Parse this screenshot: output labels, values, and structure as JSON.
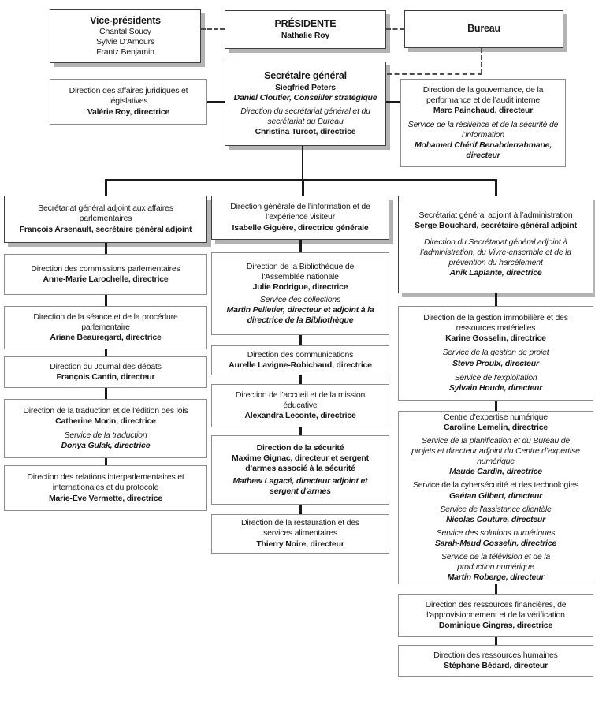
{
  "top": {
    "vice_presidents": {
      "title": "Vice-présidents",
      "members": [
        "Chantal Soucy",
        "Sylvie D’Amours",
        "Frantz Benjamin"
      ]
    },
    "presidente": {
      "title": "PRÉSIDENTE",
      "name": "Nathalie Roy"
    },
    "bureau": {
      "title": "Bureau"
    },
    "secretaire_general": {
      "title": "Secrétaire général",
      "name": "Siegfried Peters",
      "advisor": "Daniel Cloutier, Conseiller stratégique",
      "direction": "Direction du secrétariat général et du secrétariat du Bureau",
      "direction_head": "Christina Turcot, directrice"
    },
    "affaires_juridiques": {
      "unit": "Direction des affaires juridiques et législatives",
      "lead": "Valérie Roy, directrice"
    },
    "gouvernance": {
      "unit": "Direction de la gouvernance, de la performance et de l’audit interne",
      "lead": "Marc Painchaud, directeur",
      "service": "Service de la résilience et de la sécurité de l’information",
      "service_lead": "Mohamed Chérif Benabderrahmane, directeur"
    }
  },
  "parliamentary": {
    "head": {
      "unit": "Secrétariat général adjoint aux affaires parlementaires",
      "lead": "François Arsenault, secrétaire général adjoint"
    },
    "boxes": [
      {
        "unit": "Direction des commissions parlementaires",
        "lead": "Anne-Marie Larochelle, directrice"
      },
      {
        "unit": "Direction de la séance et de la procédure parlementaire",
        "lead": "Ariane Beauregard, directrice"
      },
      {
        "unit": "Direction du Journal des débats",
        "lead": "François Cantin, directeur"
      },
      {
        "unit": "Direction de la traduction et de l’édition des lois",
        "lead": "Catherine Morin, directrice",
        "services": [
          {
            "name": "Service de la traduction",
            "lead": "Donya Gulak, directrice"
          }
        ]
      },
      {
        "unit": "Direction des relations interparlementaires et internationales et du protocole",
        "lead": "Marie-Ève Vermette, directrice"
      }
    ]
  },
  "information": {
    "head": {
      "unit": "Direction générale de l’information et de l’expérience visiteur",
      "lead": "Isabelle Giguère, directrice générale"
    },
    "boxes": [
      {
        "unit": "Direction de la Bibliothèque de l'Assemblée nationale",
        "lead": "Julie Rodrigue, directrice",
        "services": [
          {
            "name": "Service des collections",
            "lead": "Martin Pelletier, directeur et adjoint à la directrice de la Bibliothèque"
          }
        ]
      },
      {
        "unit": "Direction des communications",
        "lead": "Aurelle Lavigne-Robichaud, directrice"
      },
      {
        "unit": "Direction de l’accueil et de la mission éducative",
        "lead": "Alexandra Leconte, directrice"
      },
      {
        "unit": "Direction de la sécurité",
        "lead": "Maxime Gignac, directeur et sergent d’armes associé à la sécurité",
        "deputy": "Mathew Lagacé,  directeur adjoint et sergent d'armes"
      },
      {
        "unit": "Direction de la restauration et des services alimentaires",
        "lead": "Thierry Noire, directeur"
      }
    ]
  },
  "administration": {
    "head": {
      "unit": "Secrétariat général adjoint à l’administration",
      "lead": "Serge Bouchard, secrétaire général adjoint",
      "direction": "Direction du Secrétariat général adjoint à l’administration, du Vivre-ensemble et de la prévention du harcèlement",
      "direction_head": "Anik Laplante, directrice"
    },
    "boxes": [
      {
        "unit": "Direction de la gestion immobilière et des ressources matérielles",
        "lead": "Karine Gosselin, directrice",
        "services": [
          {
            "name": "Service de la gestion de projet",
            "lead": "Steve Proulx, directeur"
          },
          {
            "name": "Service de l'exploitation",
            "lead": "Sylvain Houde, directeur"
          }
        ]
      },
      {
        "unit": "Centre d'expertise numérique",
        "lead": "Caroline Lemelin, directrice",
        "services": [
          {
            "name": "Service de la planification et du Bureau de projets et directeur adjoint du Centre d’expertise numérique",
            "lead": "Maude Cardin, directrice"
          },
          {
            "name": "Service de la cybersécurité et des technologies",
            "lead": "Gaétan Gilbert, directeur"
          },
          {
            "name": "Service de l'assistance clientèle",
            "lead": "Nicolas Couture, directeur"
          },
          {
            "name": "Service des solutions numériques",
            "lead": "Sarah-Maud Gosselin, directrice"
          },
          {
            "name": "Service de la télévision et de la production numérique",
            "lead": "Martin Roberge, directeur"
          }
        ]
      },
      {
        "unit": "Direction des ressources financières, de l’approvisionnement et de la vérification",
        "lead": "Dominique Gingras, directrice"
      },
      {
        "unit": "Direction des ressources humaines",
        "lead": "Stéphane Bédard, directeur"
      }
    ]
  }
}
